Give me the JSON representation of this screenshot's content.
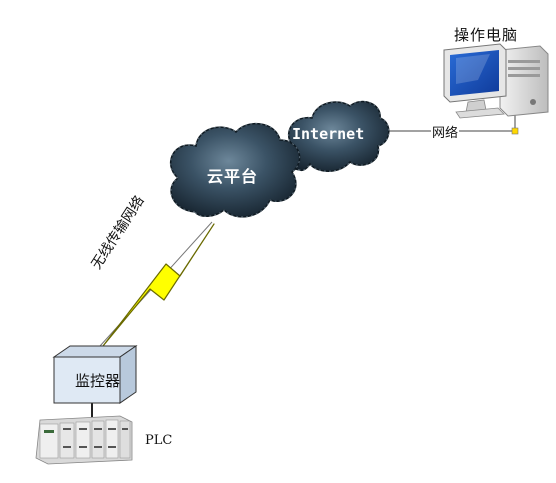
{
  "diagram": {
    "pc_label": "操作电脑",
    "network_label": "网络",
    "cloud_platform_label": "云平台",
    "internet_label": "Internet",
    "wireless_label": "无线传输网络",
    "monitor_label": "监控器",
    "plc_label": "PLC"
  },
  "colors": {
    "cloud_dark": "#1c2d3a",
    "cloud_light": "#5f7a8e",
    "lightning_fill": "#ffff00",
    "lightning_stroke": "#6a6a00",
    "box_face": "#dfe9f4",
    "link_line": "#444444",
    "connector": "#ffd800"
  }
}
